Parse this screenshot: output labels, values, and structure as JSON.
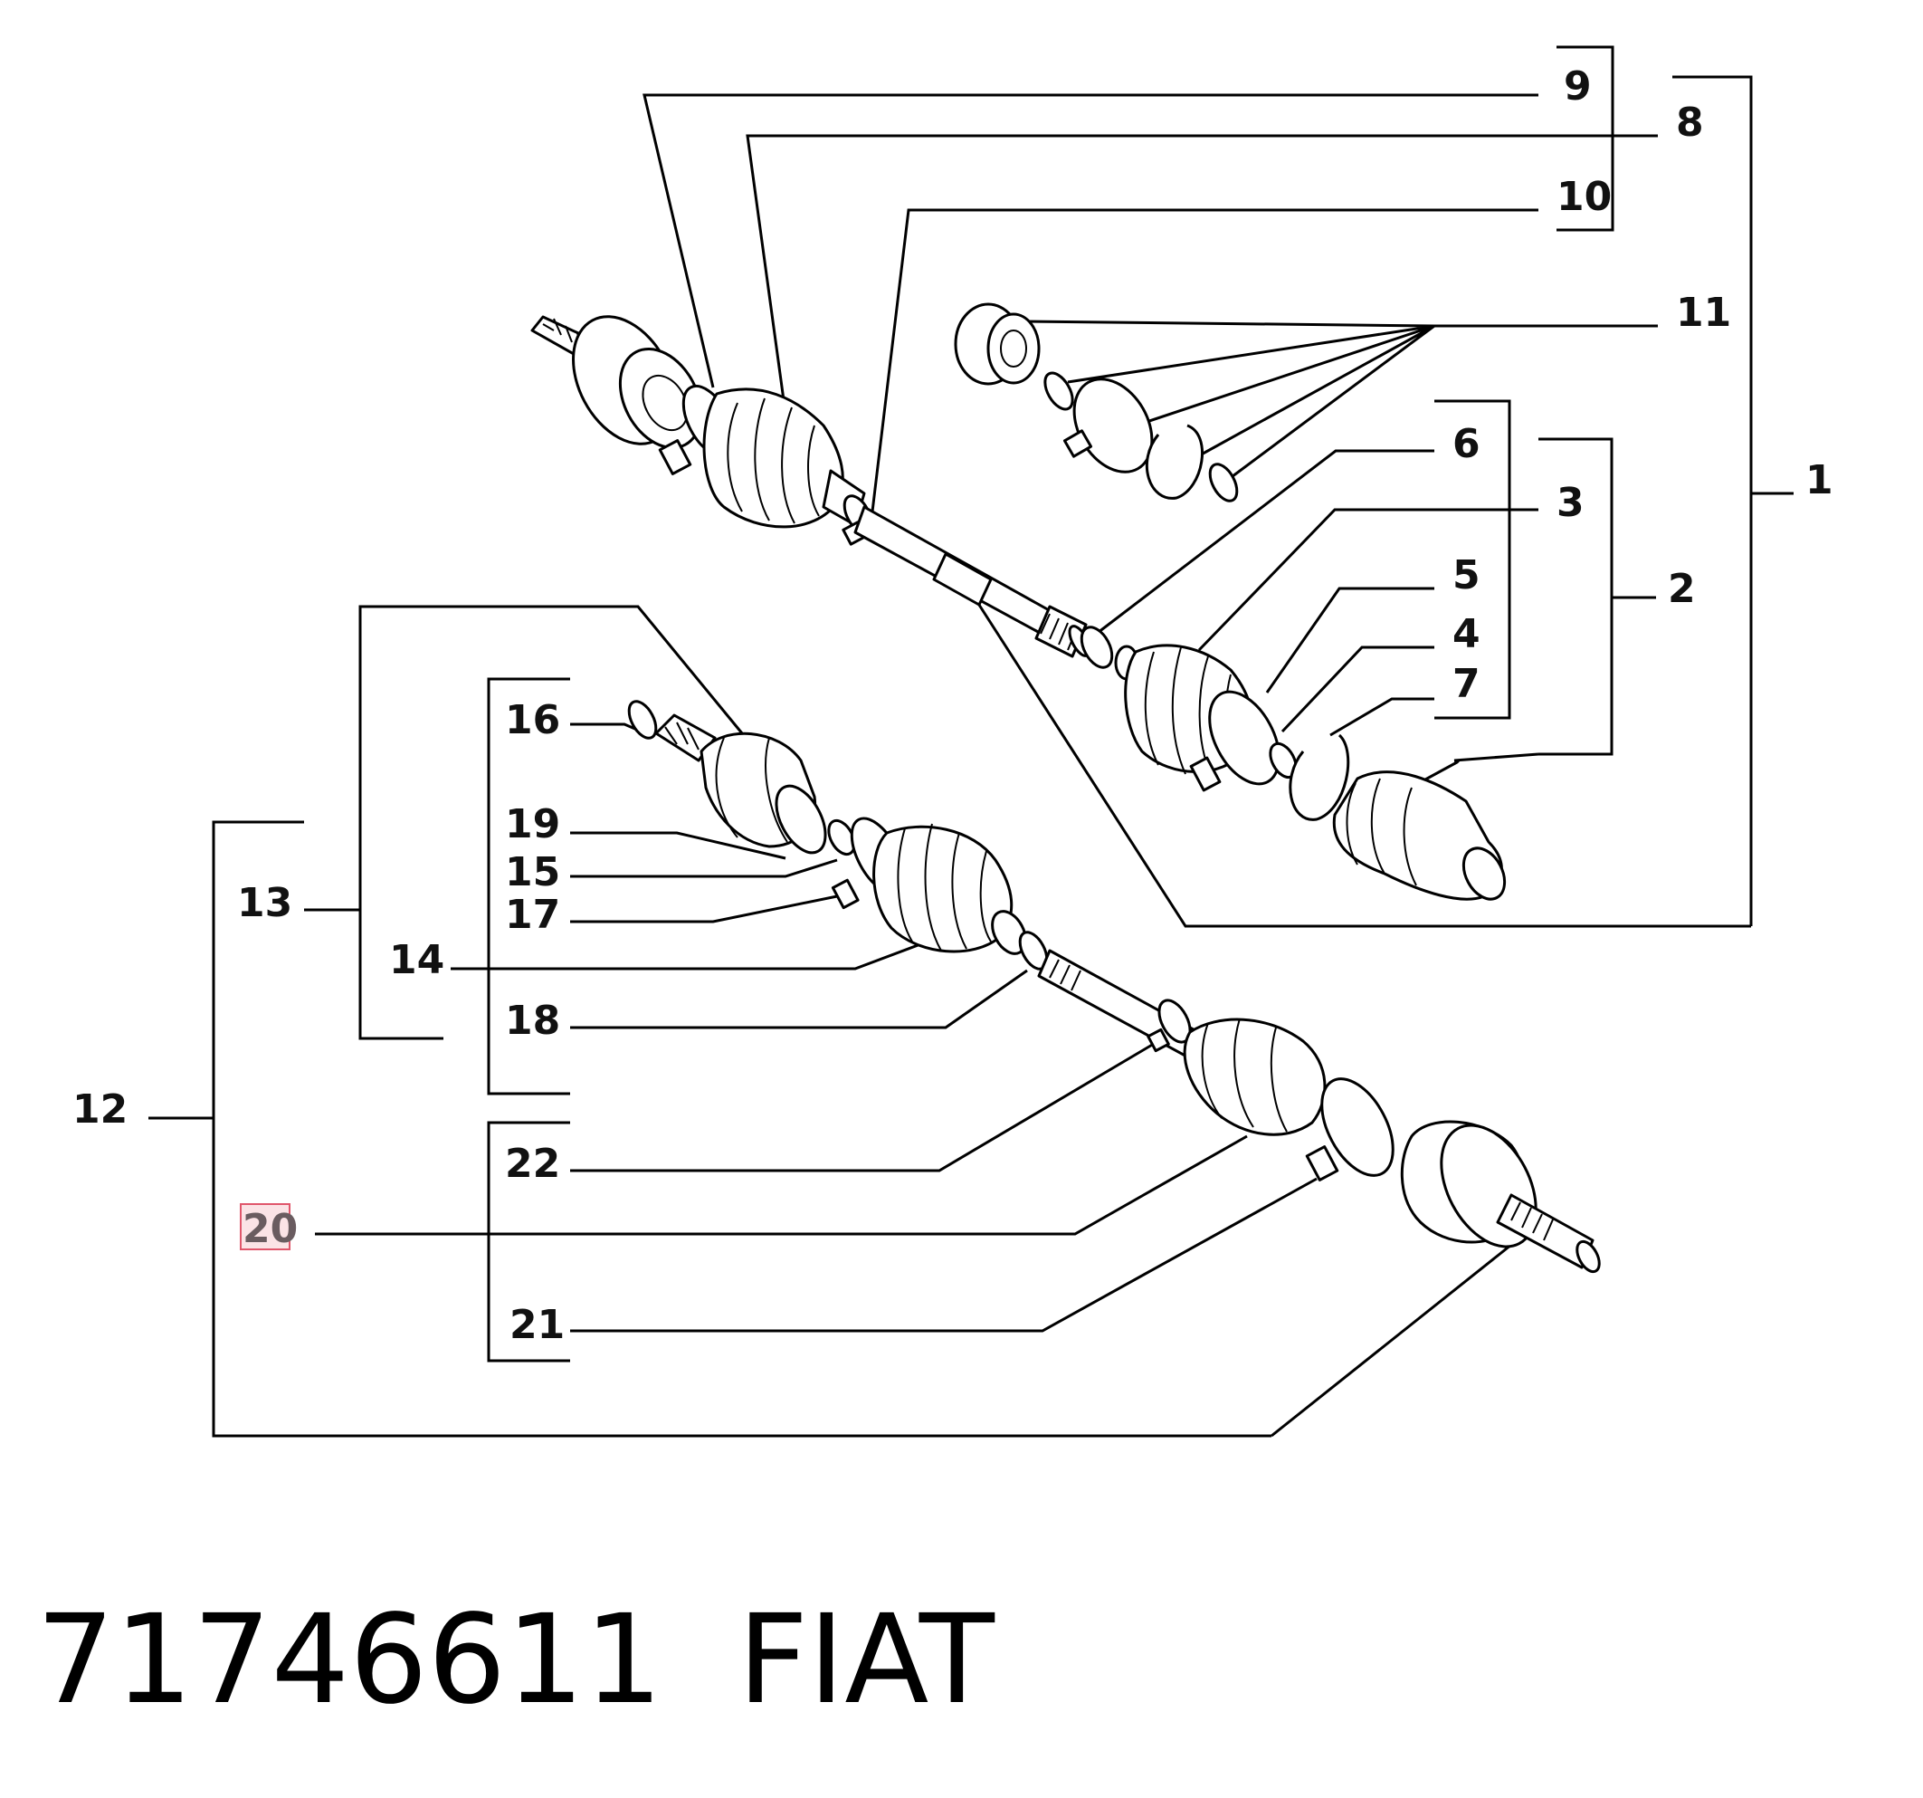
{
  "labels": {
    "l1": "1",
    "l2": "2",
    "l3": "3",
    "l4": "4",
    "l5": "5",
    "l6": "6",
    "l7": "7",
    "l8": "8",
    "l9": "9",
    "l10": "10",
    "l11": "11",
    "l12": "12",
    "l13": "13",
    "l14": "14",
    "l15": "15",
    "l16": "16",
    "l17": "17",
    "l18": "18",
    "l19": "19",
    "l20": "20",
    "l21": "21",
    "l22": "22"
  },
  "highlighted_label": "20",
  "footer": {
    "part_number": "71746611",
    "brand": "FIAT"
  }
}
